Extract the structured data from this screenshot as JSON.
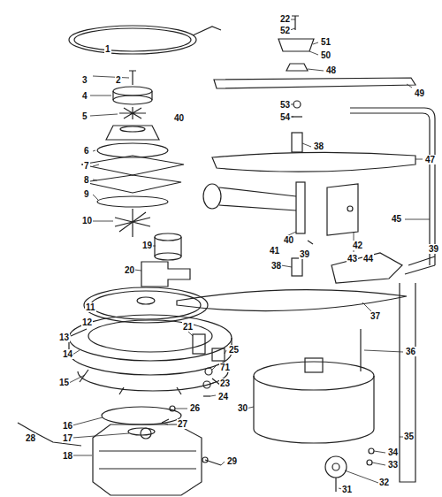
{
  "diagram": {
    "labels": [
      "1",
      "2",
      "3",
      "4",
      "5",
      "40",
      "6",
      "7",
      "8",
      "9",
      "10",
      "19",
      "20",
      "11",
      "12",
      "13",
      "14",
      "21",
      "25",
      "15",
      "71",
      "23",
      "24",
      "26",
      "27",
      "16",
      "17",
      "28",
      "18",
      "29",
      "22",
      "52",
      "51",
      "50",
      "48",
      "49",
      "53",
      "54",
      "38",
      "47",
      "40",
      "41",
      "42",
      "43",
      "44",
      "45",
      "39",
      "39",
      "38",
      "37",
      "36",
      "30",
      "35",
      "34",
      "33",
      "32",
      "31"
    ]
  }
}
